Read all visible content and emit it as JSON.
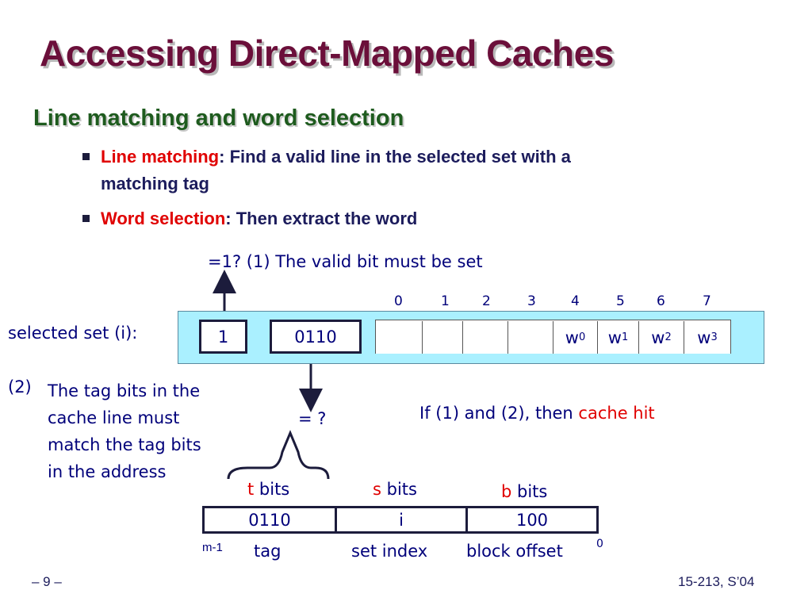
{
  "slide": {
    "title": "Accessing Direct-Mapped Caches",
    "subtitle": "Line matching and word selection",
    "bullets": [
      {
        "term": "Line matching",
        "rest": ": Find a valid line in the selected set with a",
        "rest2": "matching tag"
      },
      {
        "term": "Word selection",
        "rest": ": Then extract the word"
      }
    ]
  },
  "diagram": {
    "valid_note": "=1?  (1) The valid bit must be set",
    "selected_set_label": "selected set (i):",
    "valid_bit": "1",
    "tag_value": "0110",
    "block_indices": [
      "0",
      "1",
      "2",
      "3",
      "4",
      "5",
      "6",
      "7"
    ],
    "words": [
      "w",
      "w",
      "w",
      "w"
    ],
    "word_subs": [
      "0",
      "1",
      "2",
      "3"
    ],
    "tag_compare": "= ?",
    "note2_number": "(2)",
    "note2_lines": [
      "The tag bits in the",
      "cache line must",
      "match the tag bits",
      "in the address"
    ],
    "hit_prefix": "If (1) and (2), then ",
    "hit_term": "cache hit",
    "field_letters": [
      "t",
      "s",
      "b"
    ],
    "field_bits_word": " bits",
    "address_values": [
      "0110",
      "i",
      "100"
    ],
    "address_names": [
      "tag",
      "set index",
      "block offset"
    ],
    "msb_label": "m-1",
    "lsb_label": "0"
  },
  "footer": {
    "page": "– 9 –",
    "course": "15-213, S’04"
  },
  "colors": {
    "title": "#6b0f3a",
    "subtitle": "#1e5b1e",
    "text": "#1c1c5c",
    "emphasis": "#e00000",
    "cache_line_bg": "#aaf0ff"
  }
}
